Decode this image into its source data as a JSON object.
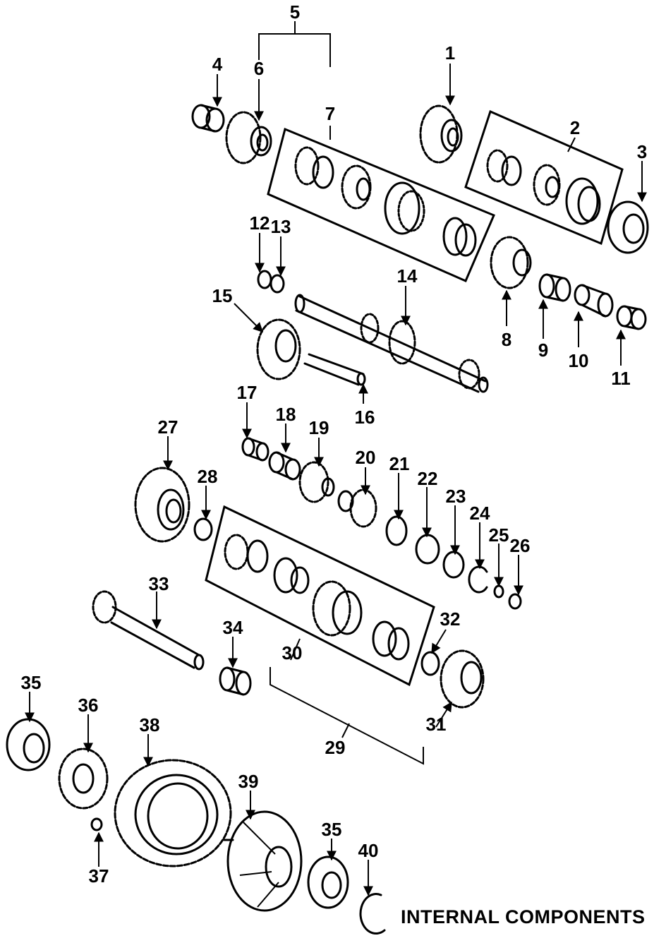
{
  "caption": "INTERNAL COMPONENTS",
  "callouts": [
    "1",
    "2",
    "3",
    "4",
    "5",
    "6",
    "7",
    "8",
    "9",
    "10",
    "11",
    "12",
    "13",
    "14",
    "15",
    "16",
    "17",
    "18",
    "19",
    "20",
    "21",
    "22",
    "23",
    "24",
    "25",
    "26",
    "27",
    "28",
    "29",
    "30",
    "31",
    "32",
    "33",
    "34",
    "35",
    "36",
    "37",
    "38",
    "39",
    "35",
    "40"
  ]
}
